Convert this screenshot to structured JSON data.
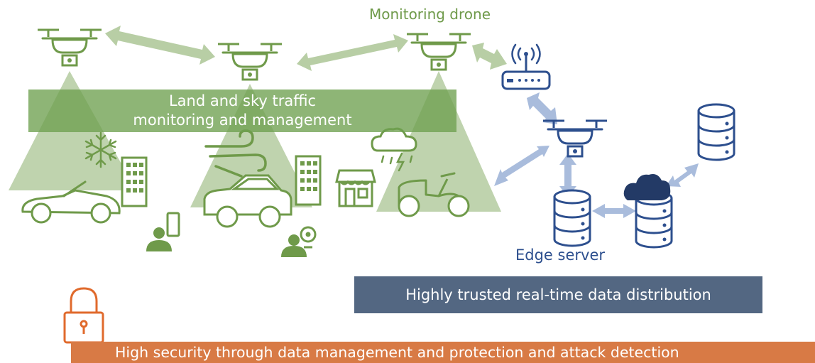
{
  "labels": {
    "monitoring_drone": "Monitoring drone",
    "traffic_line1": "Land and sky traffic",
    "traffic_line2": "monitoring and management",
    "edge_server": "Edge server",
    "trusted_distribution": "Highly trusted real-time data distribution",
    "security": "High security through data management and protection and attack detection"
  },
  "icons": [
    "drone-icon",
    "router-icon",
    "edge-drone-icon",
    "database-icon",
    "cloud-icon",
    "car-icon",
    "convertible-icon",
    "scooter-icon",
    "building-icon",
    "shop-icon",
    "snowflake-icon",
    "wind-icon",
    "rain-cloud-icon",
    "user-phone-icon",
    "user-camera-icon",
    "padlock-icon"
  ],
  "colors": {
    "green": "#6f9a4a",
    "light_green": "#b4cba0",
    "navy": "#2d4f8e",
    "slate": "#536782",
    "orange": "#d87a45",
    "arrow_blue": "#a9bcdc"
  }
}
